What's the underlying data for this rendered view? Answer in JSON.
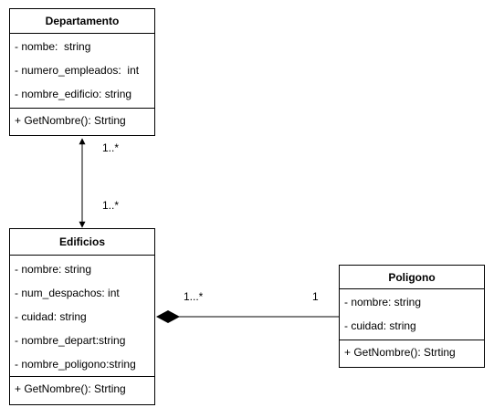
{
  "classes": {
    "departamento": {
      "name": "Departamento",
      "attributes": [
        "- nombe:  string",
        "- numero_empleados:  int",
        "- nombre_edificio: string"
      ],
      "methods": [
        "+ GetNombre(): Strting"
      ]
    },
    "edificios": {
      "name": "Edificios",
      "attributes": [
        "- nombre: string",
        "- num_despachos: int",
        "- cuidad: string",
        "- nombre_depart:string",
        "- nombre_poligono:string"
      ],
      "methods": [
        "+ GetNombre(): Strting"
      ]
    },
    "poligono": {
      "name": "Poligono",
      "attributes": [
        "- nombre: string",
        "- cuidad: string"
      ],
      "methods": [
        "+ GetNombre(): Strting"
      ]
    }
  },
  "associations": {
    "dep_edif": {
      "source_multiplicity": "1..*",
      "target_multiplicity": "1..*"
    },
    "edif_poligono": {
      "edificios_multiplicity": "1...*",
      "poligono_multiplicity": "1"
    }
  },
  "colors": {
    "line": "#000000",
    "background": "#ffffff"
  }
}
